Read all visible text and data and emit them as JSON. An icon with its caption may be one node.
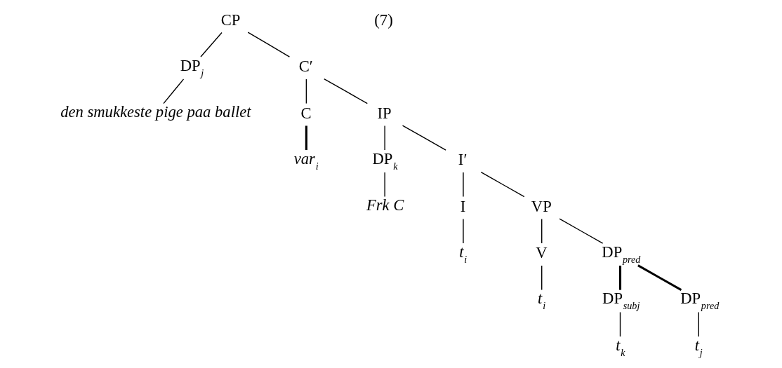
{
  "diagram": {
    "nodes": [
      {
        "text": [
          "CP"
        ]
      },
      {
        "text": [
          "DP$_{j}$"
        ]
      },
      {
        "text": [
          "C′"
        ]
      },
      {
        "text": [
          "den smukkeste pige paa ballet"
        ]
      },
      {
        "text": [
          "C"
        ]
      },
      {
        "text": [
          "IP"
        ]
      },
      {
        "text": [
          "var$_{i}$"
        ]
      },
      {
        "text": [
          "DP$_{k}$"
        ]
      },
      {
        "text": [
          "I′"
        ]
      },
      {
        "text": [
          "Frk C"
        ]
      },
      {
        "text": [
          "I"
        ]
      },
      {
        "text": [
          "VP"
        ]
      },
      {
        "text": [
          "t$_{i}$"
        ]
      },
      {
        "text": [
          "V"
        ]
      },
      {
        "text": [
          "DP$_{pred}$"
        ]
      },
      {
        "text": [
          "t$_{i}$"
        ]
      },
      {
        "text": [
          "DP$_{subj}$"
        ]
      },
      {
        "text": [
          "DP$_{pred}$"
        ]
      },
      {
        "text": [
          "t$_{k}$"
        ]
      },
      {
        "text": [
          "t$_{j}$"
        ]
      }
    ],
    "edges": [
      {
        "from": 0,
        "to": 1,
        "arrow": "none"
      },
      {
        "from": 0,
        "to": 2,
        "arrow": "none"
      },
      {
        "from": 1,
        "to": 3,
        "arrow": "none"
      },
      {
        "from": 2,
        "to": 4,
        "arrow": "none"
      },
      {
        "from": 2,
        "to": 5,
        "arrow": "none"
      },
      {
        "from": 4,
        "to": 6,
        "arrow": "none",
        "style": "thick"
      },
      {
        "from": 5,
        "to": 7,
        "arrow": "none"
      },
      {
        "from": 5,
        "to": 8,
        "arrow": "none"
      },
      {
        "from": 7,
        "to": 9,
        "arrow": "none"
      },
      {
        "from": 8,
        "to": 10,
        "arrow": "none"
      },
      {
        "from": 8,
        "to": 11,
        "arrow": "none"
      },
      {
        "from": 10,
        "to": 12,
        "arrow": "none"
      },
      {
        "from": 11,
        "to": 13,
        "arrow": "none"
      },
      {
        "from": 11,
        "to": 14,
        "arrow": "none"
      },
      {
        "from": 13,
        "to": 15,
        "arrow": "none"
      },
      {
        "from": 14,
        "to": 16,
        "arrow": "none",
        "style": "thick"
      },
      {
        "from": 14,
        "to": 17,
        "arrow": "none",
        "style": "thick"
      },
      {
        "from": 16,
        "to": 18,
        "arrow": "none"
      },
      {
        "from": 17,
        "to": 19,
        "arrow": "none"
      }
    ],
    "labels": [
      "(7)"
    ]
  }
}
